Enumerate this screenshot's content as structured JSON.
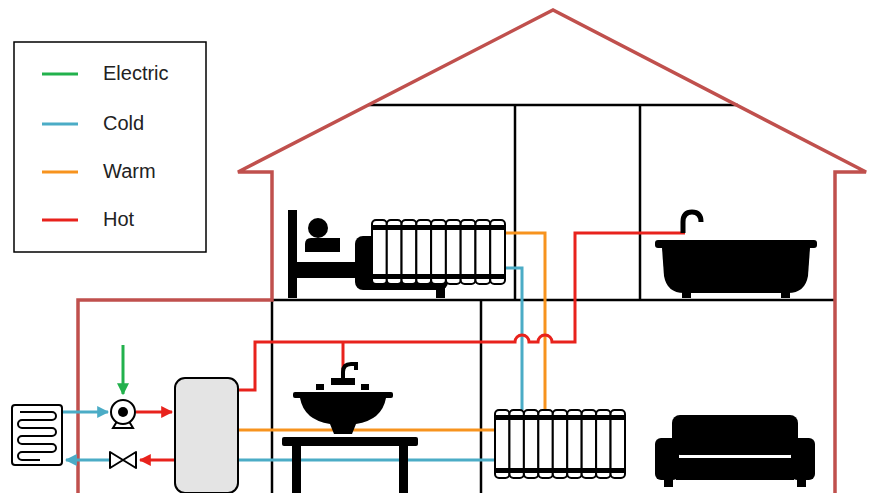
{
  "diagram": {
    "legend": [
      {
        "text": "Electric",
        "color": "#22b14c"
      },
      {
        "text": "Cold",
        "color": "#4bacc6"
      },
      {
        "text": "Warm",
        "color": "#f7931e"
      },
      {
        "text": "Hot",
        "color": "#e8221c"
      }
    ]
  }
}
